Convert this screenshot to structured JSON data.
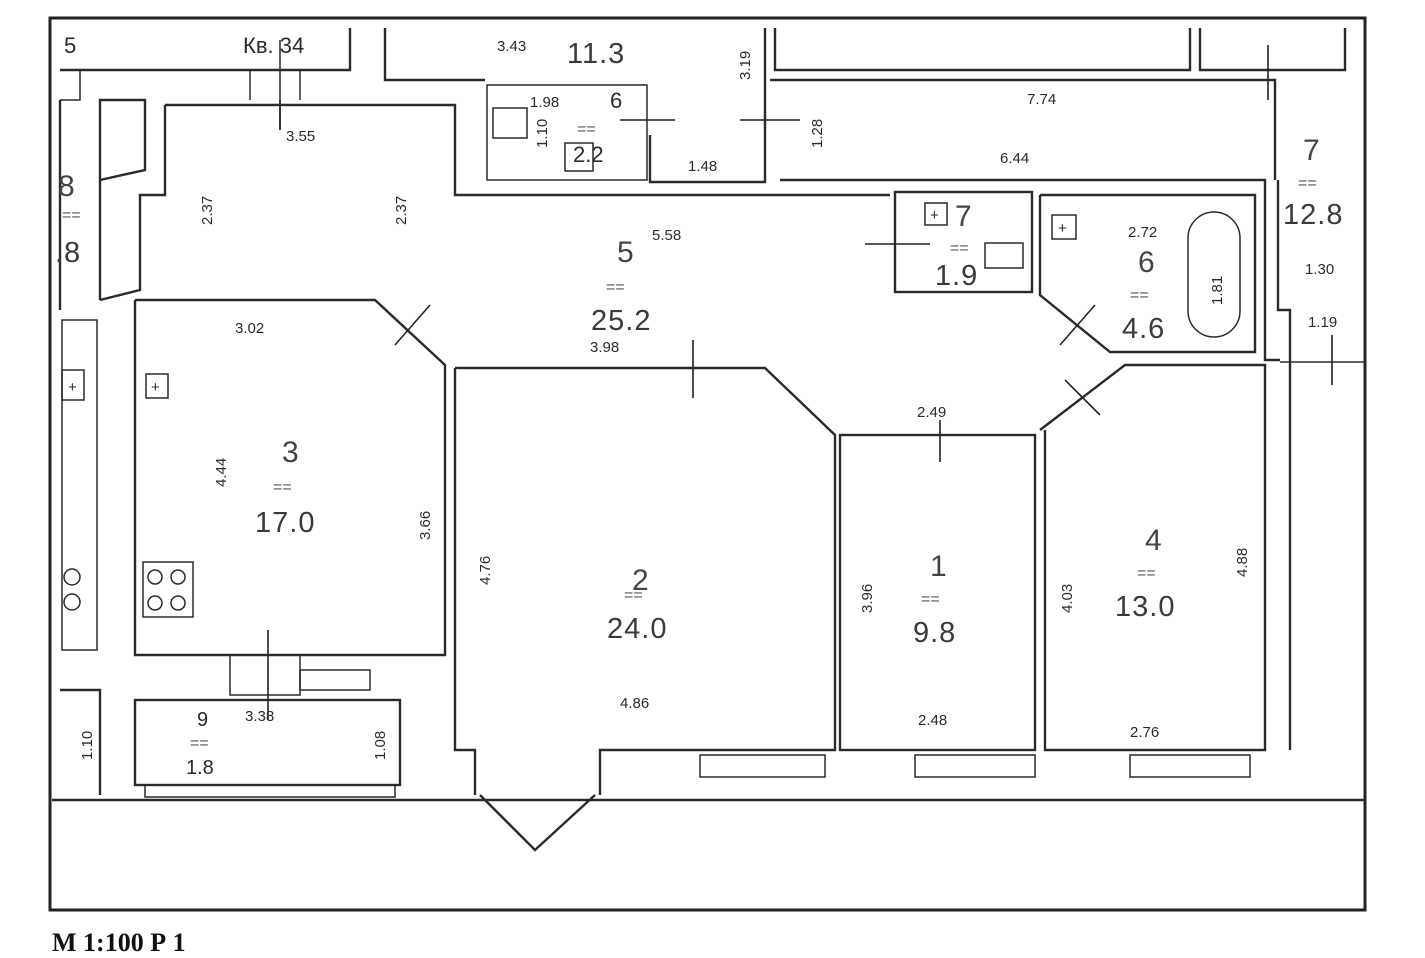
{
  "header": {
    "apartment_label": "Кв. 34",
    "edge_label_left": "5"
  },
  "rooms": [
    {
      "id": "r1",
      "number": "1",
      "eq": "==",
      "area": "9.8"
    },
    {
      "id": "r2",
      "number": "2",
      "eq": "==",
      "area": "24.0"
    },
    {
      "id": "r3",
      "number": "3",
      "eq": "==",
      "area": "17.0"
    },
    {
      "id": "r4",
      "number": "4",
      "eq": "==",
      "area": "13.0"
    },
    {
      "id": "r5",
      "number": "5",
      "eq": "==",
      "area": "25.2"
    },
    {
      "id": "r6a",
      "number": "6",
      "eq": "==",
      "area": "2.2"
    },
    {
      "id": "r6b",
      "number": "6",
      "eq": "==",
      "area": "4.6"
    },
    {
      "id": "r7a",
      "number": "7",
      "eq": "==",
      "area": "1.9"
    },
    {
      "id": "r7b",
      "number": "7",
      "eq": "==",
      "area": "12.8"
    },
    {
      "id": "r9",
      "number": "9",
      "eq": "==",
      "area": "1.8"
    },
    {
      "id": "top",
      "area": "11.3"
    },
    {
      "id": "left",
      "number": "8",
      "eq": "==",
      "area": ".8"
    }
  ],
  "dimensions": {
    "d_343": "3.43",
    "d_319": "3.19",
    "d_198": "1.98",
    "d_110a": "1.10",
    "d_148": "1.48",
    "d_128": "1.28",
    "d_774": "7.74",
    "d_644": "6.44",
    "d_355": "3.55",
    "d_237a": "2.37",
    "d_237b": "2.37",
    "d_558": "5.58",
    "d_272": "2.72",
    "d_181": "1.81",
    "d_130": "1.30",
    "d_119": "1.19",
    "d_302": "3.02",
    "d_398": "3.98",
    "d_249": "2.49",
    "d_444": "4.44",
    "d_366": "3.66",
    "d_476": "4.76",
    "d_396": "3.96",
    "d_403": "4.03",
    "d_488": "4.88",
    "d_486": "4.86",
    "d_248": "2.48",
    "d_276": "2.76",
    "d_338": "3.38",
    "d_108": "1.08",
    "d_110b": "1.10"
  },
  "footer": {
    "caption": "М 1:100 Р 1"
  }
}
